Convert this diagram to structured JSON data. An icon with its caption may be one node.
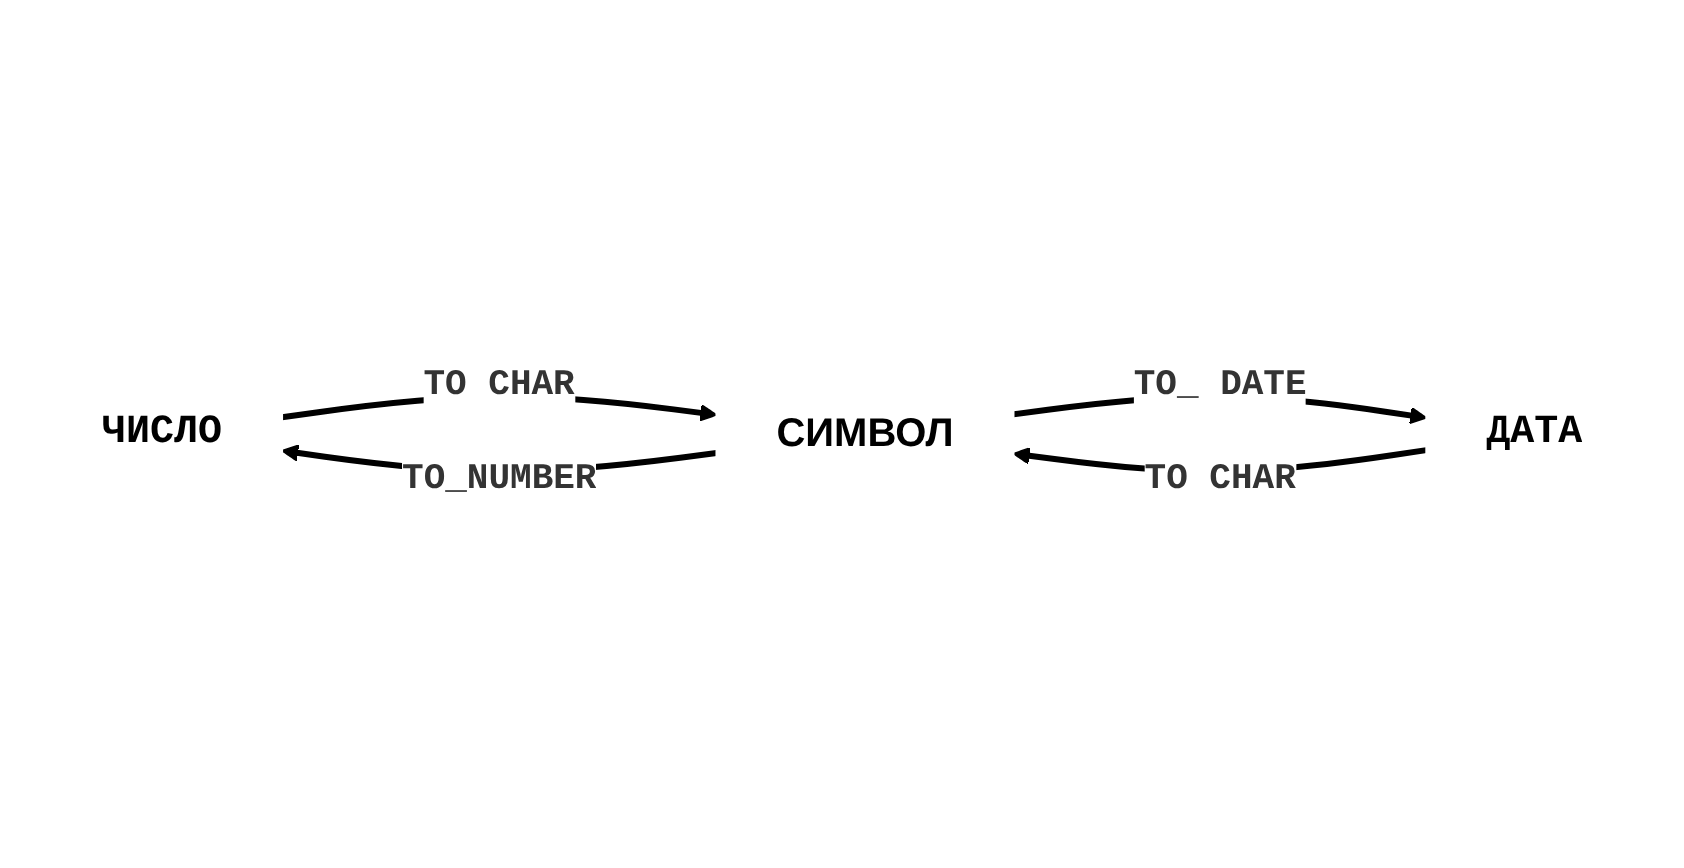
{
  "diagram": {
    "nodes": [
      {
        "text": [
          "ЧИСЛО"
        ]
      },
      {
        "text": [
          "СИМВОЛ"
        ]
      },
      {
        "text": [
          "ДАТА"
        ]
      }
    ],
    "edges": [
      {
        "from": 1,
        "to": 0,
        "arrow": "to",
        "label": "TO_NUMBER"
      },
      {
        "from": 1,
        "to": 2,
        "arrow": "to",
        "label": "TO_ DATE"
      },
      {
        "from": 0,
        "to": 1,
        "arrow": "to",
        "label": "TO CHAR"
      },
      {
        "from": 2,
        "to": 1,
        "arrow": "to",
        "label": "TO CHAR"
      }
    ]
  }
}
